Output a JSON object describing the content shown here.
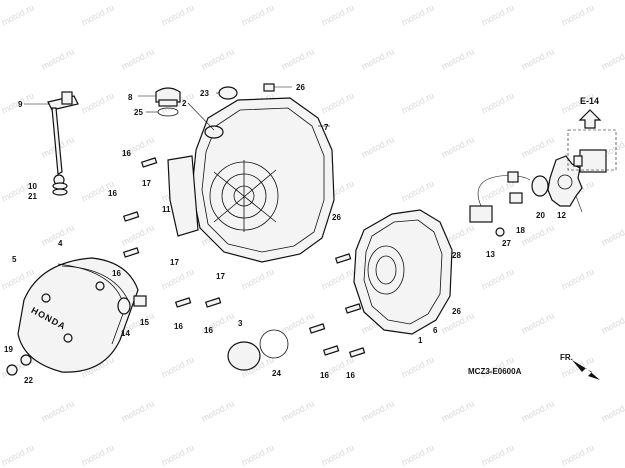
{
  "watermark_text": "motod.ru",
  "view_label": "E-14",
  "diagram_code": "MCZ3-E0600A",
  "front_label": "FR.",
  "cover_logo": "HONDA",
  "callouts": [
    {
      "id": "c1",
      "text": "1"
    },
    {
      "id": "c2",
      "text": "2"
    },
    {
      "id": "c3",
      "text": "3"
    },
    {
      "id": "c4",
      "text": "4"
    },
    {
      "id": "c5",
      "text": "5"
    },
    {
      "id": "c6",
      "text": "6"
    },
    {
      "id": "c7",
      "text": "7"
    },
    {
      "id": "c8",
      "text": "8"
    },
    {
      "id": "c9",
      "text": "9"
    },
    {
      "id": "c10",
      "text": "10"
    },
    {
      "id": "c11",
      "text": "11"
    },
    {
      "id": "c12",
      "text": "12"
    },
    {
      "id": "c13",
      "text": "13"
    },
    {
      "id": "c14",
      "text": "14"
    },
    {
      "id": "c15",
      "text": "15"
    },
    {
      "id": "c16",
      "text": "16"
    },
    {
      "id": "c17",
      "text": "17"
    },
    {
      "id": "c18",
      "text": "18"
    },
    {
      "id": "c19",
      "text": "19"
    },
    {
      "id": "c20",
      "text": "20"
    },
    {
      "id": "c21",
      "text": "21"
    },
    {
      "id": "c22",
      "text": "22"
    },
    {
      "id": "c23",
      "text": "23"
    },
    {
      "id": "c24",
      "text": "24"
    },
    {
      "id": "c25",
      "text": "25"
    },
    {
      "id": "c26",
      "text": "26"
    },
    {
      "id": "c27",
      "text": "27"
    },
    {
      "id": "c28",
      "text": "28"
    }
  ]
}
